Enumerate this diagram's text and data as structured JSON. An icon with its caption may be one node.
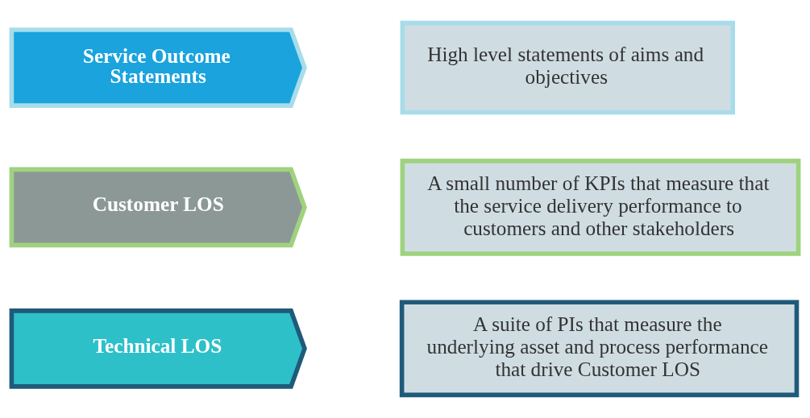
{
  "diagram": {
    "nodes": [
      {
        "text": [
          "Service Outcome Statements"
        ]
      },
      {
        "text": [
          "High level statements of aims and objectives"
        ]
      },
      {
        "text": [
          "Customer LOS"
        ]
      },
      {
        "text": [
          "A small number of KPIs that measure that the service delivery performance to customers and other stakeholders"
        ]
      },
      {
        "text": [
          "Technical LOS"
        ]
      },
      {
        "text": [
          "A suite of PIs that measure the underlying asset and process performance that drive Customer LOS"
        ]
      }
    ],
    "edges": []
  }
}
